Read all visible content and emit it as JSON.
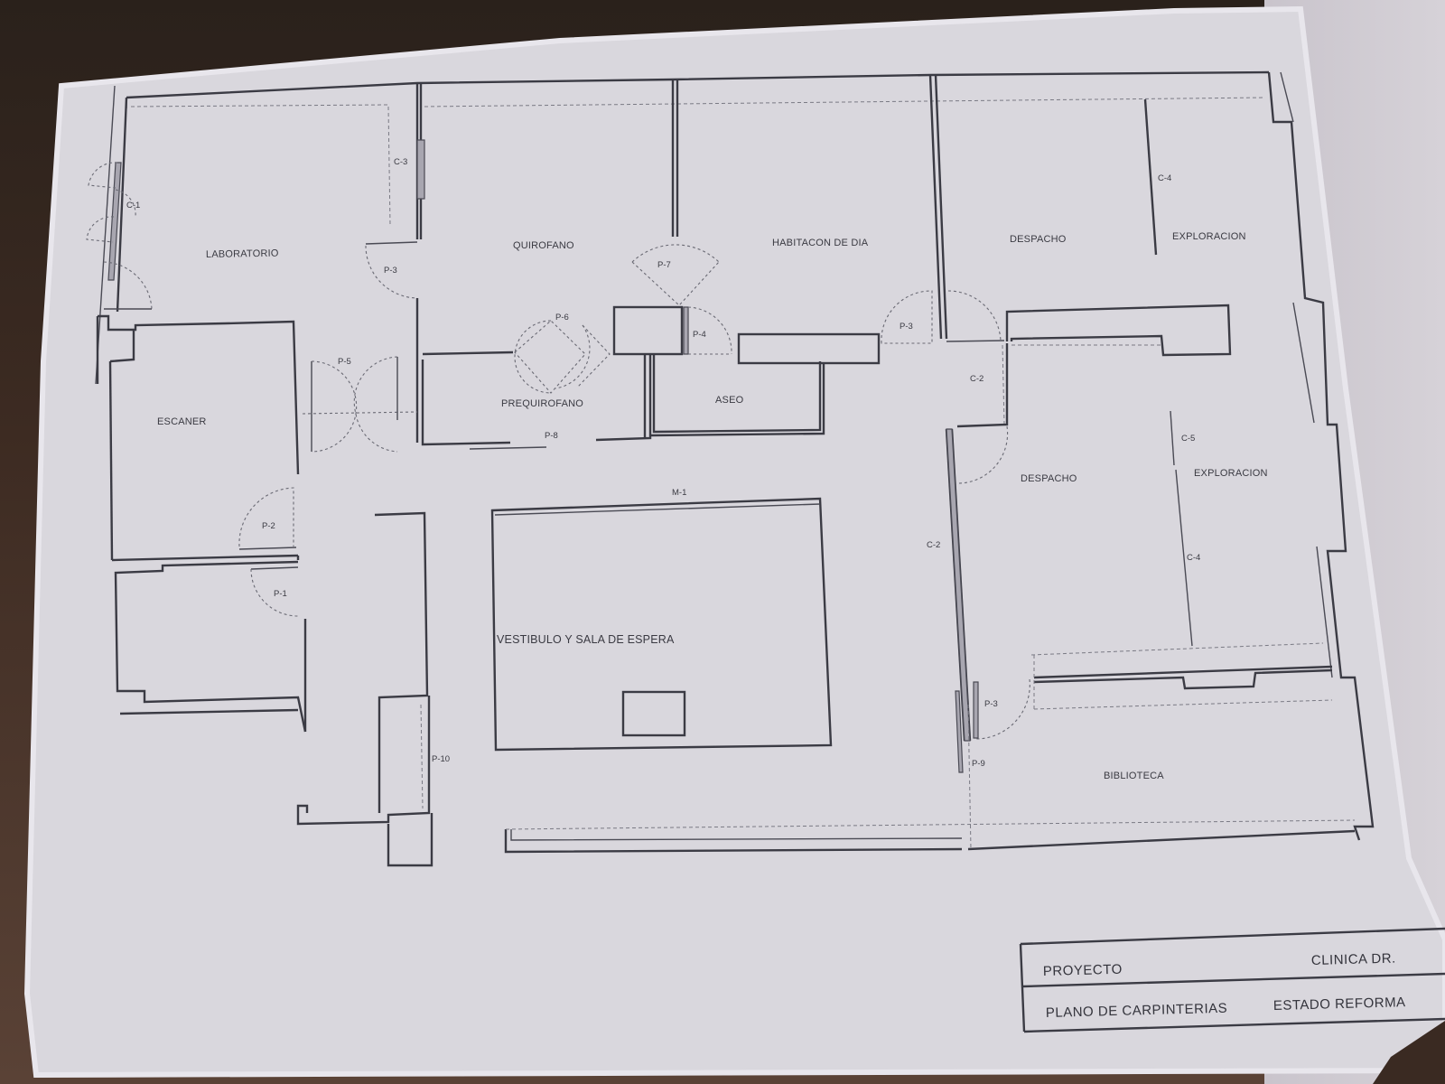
{
  "document": {
    "type": "architectural floor plan (photo of printed sheet)"
  },
  "rooms": [
    {
      "id": "laboratorio",
      "label": "LABORATORIO"
    },
    {
      "id": "quirofano",
      "label": "QUIROFANO"
    },
    {
      "id": "habitacion-de-dia",
      "label": "HABITACON DE DIA"
    },
    {
      "id": "despacho-1",
      "label": "DESPACHO"
    },
    {
      "id": "exploracion-1",
      "label": "EXPLORACION"
    },
    {
      "id": "escaner",
      "label": "ESCANER"
    },
    {
      "id": "prequirofano",
      "label": "PREQUIROFANO"
    },
    {
      "id": "aseo",
      "label": "ASEO"
    },
    {
      "id": "despacho-2",
      "label": "DESPACHO"
    },
    {
      "id": "exploracion-2",
      "label": "EXPLORACION"
    },
    {
      "id": "vestibulo",
      "label": "VESTIBULO Y SALA DE ESPERA"
    },
    {
      "id": "biblioteca",
      "label": "BIBLIOTECA"
    }
  ],
  "tags": {
    "c1": "C-1",
    "c3": "C-3",
    "p3_lab": "P-3",
    "p7": "P-7",
    "p4": "P-4",
    "p6_pre": "P-6",
    "p8": "P-8",
    "p3_hab": "P-3",
    "c4_top": "C-4",
    "c2_top": "C-2",
    "p5": "P-5",
    "p2": "P-2",
    "p1": "P-1",
    "m1": "M-1",
    "c5": "C-5",
    "c4_mid": "C-4",
    "c2_mid": "C-2",
    "p10": "P-10",
    "p3_bib": "P-3",
    "p9": "P-9"
  },
  "title_block": {
    "row1_label": "PROYECTO",
    "row1_value": "CLINICA DR.",
    "row2_label": "PLANO DE CARPINTERIAS",
    "row2_value": "ESTADO REFORMA"
  }
}
